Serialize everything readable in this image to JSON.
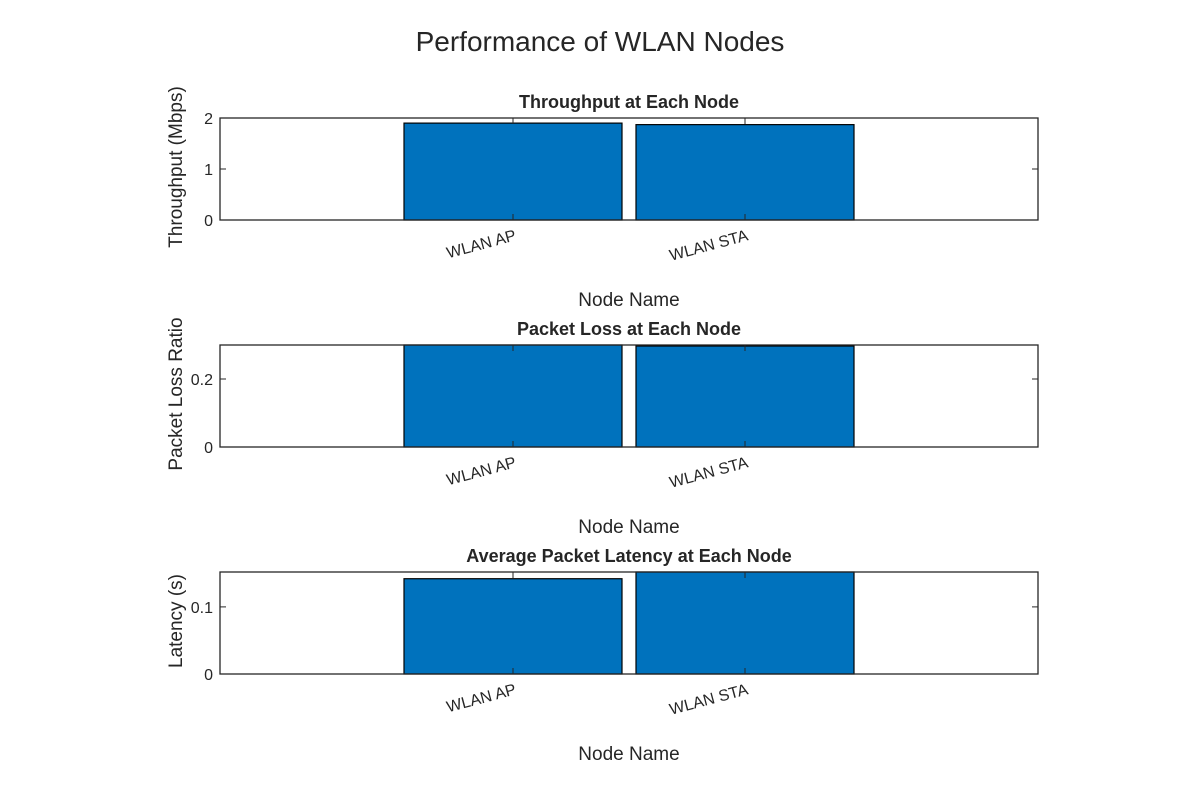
{
  "figure": {
    "title": "Performance of WLAN Nodes"
  },
  "chart_data": [
    {
      "type": "bar",
      "title": "Throughput at Each Node",
      "xlabel": "Node Name",
      "ylabel": "Throughput (Mbps)",
      "categories": [
        "WLAN AP",
        "WLAN STA"
      ],
      "values": [
        1.9,
        1.87
      ],
      "ylim": [
        0,
        2
      ],
      "yticks": [
        0,
        1,
        2
      ],
      "ytick_labels": [
        "0",
        "1",
        "2"
      ],
      "bar_color": "#0072BD",
      "grid": false
    },
    {
      "type": "bar",
      "title": "Packet Loss at Each Node",
      "xlabel": "Node Name",
      "ylabel": "Packet Loss Ratio",
      "categories": [
        "WLAN AP",
        "WLAN STA"
      ],
      "values": [
        0.3,
        0.297
      ],
      "ylim": [
        0,
        0.3
      ],
      "yticks": [
        0,
        0.2
      ],
      "ytick_labels": [
        "0",
        "0.2"
      ],
      "bar_color": "#0072BD",
      "grid": false
    },
    {
      "type": "bar",
      "title": "Average Packet Latency at Each Node",
      "xlabel": "Node Name",
      "ylabel": "Latency (s)",
      "categories": [
        "WLAN AP",
        "WLAN STA"
      ],
      "values": [
        0.142,
        0.152
      ],
      "ylim": [
        0,
        0.152
      ],
      "yticks": [
        0,
        0.1
      ],
      "ytick_labels": [
        "0",
        "0.1"
      ],
      "bar_color": "#0072BD",
      "grid": false
    }
  ]
}
